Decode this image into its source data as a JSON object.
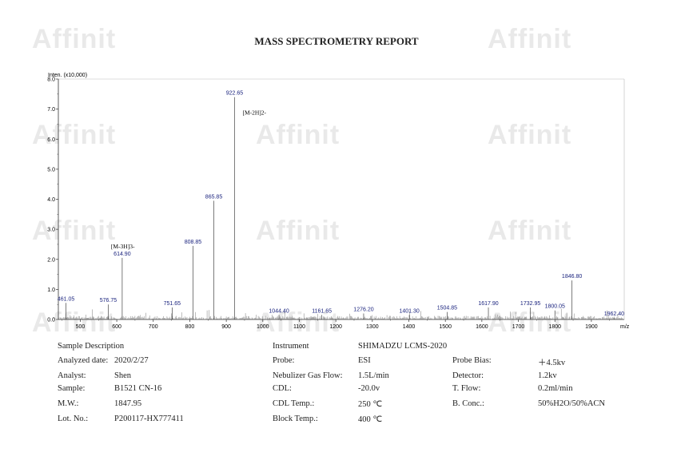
{
  "report_title": "MASS SPECTROMETRY REPORT",
  "watermark_text": "Affinit",
  "chart_data": {
    "type": "line",
    "y_axis_title": "Inten. (x10,000)",
    "x_unit": "m/z",
    "xlim": [
      440,
      1990
    ],
    "ylim": [
      0,
      8.0
    ],
    "x_ticks": [
      "500",
      "600",
      "700",
      "800",
      "900",
      "1000",
      "1100",
      "1200",
      "1300",
      "1400",
      "1500",
      "1600",
      "1700",
      "1800",
      "1900"
    ],
    "y_ticks": [
      "0.0",
      "1.0",
      "2.0",
      "3.0",
      "4.0",
      "5.0",
      "6.0",
      "7.0",
      "8.0"
    ],
    "peaks": [
      {
        "x": 461.05,
        "y": 0.55,
        "label": "461.05"
      },
      {
        "x": 576.75,
        "y": 0.5,
        "label": "576.75"
      },
      {
        "x": 614.9,
        "y": 2.05,
        "label": "614.90"
      },
      {
        "x": 751.65,
        "y": 0.4,
        "label": "751.65"
      },
      {
        "x": 808.85,
        "y": 2.45,
        "label": "808.85"
      },
      {
        "x": 865.85,
        "y": 3.95,
        "label": "865.85"
      },
      {
        "x": 922.65,
        "y": 7.4,
        "label": "922.65"
      },
      {
        "x": 1044.4,
        "y": 0.15,
        "label": "1044.40"
      },
      {
        "x": 1161.65,
        "y": 0.15,
        "label": "1161.65"
      },
      {
        "x": 1276.2,
        "y": 0.2,
        "label": "1276.20"
      },
      {
        "x": 1401.3,
        "y": 0.15,
        "label": "1401.30"
      },
      {
        "x": 1504.85,
        "y": 0.25,
        "label": "1504.85"
      },
      {
        "x": 1617.9,
        "y": 0.4,
        "label": "1617.90"
      },
      {
        "x": 1732.95,
        "y": 0.4,
        "label": "1732.95"
      },
      {
        "x": 1800.05,
        "y": 0.3,
        "label": "1800.05"
      },
      {
        "x": 1846.8,
        "y": 1.3,
        "label": "1846.80"
      },
      {
        "x": 1962.4,
        "y": 0.05,
        "label": "1962.40"
      }
    ],
    "annotations": [
      {
        "x": 614.9,
        "text": "[M-3H]3-"
      },
      {
        "x": 922.65,
        "text": "[M-2H]2-"
      }
    ],
    "grid": false
  },
  "info": {
    "sample_description": "Sample Description",
    "analyzed_date_label": "Analyzed date:",
    "analyzed_date": "2020/2/27",
    "analyst_label": "Analyst:",
    "analyst": "Shen",
    "sample_label": "Sample:",
    "sample": "B1521 CN-16",
    "mw_label": "M.W.:",
    "mw": "1847.95",
    "lot_label": "Lot. No.:",
    "lot": "P200117-HX777411",
    "instrument_label": "Instrument",
    "instrument": "SHIMADZU LCMS-2020",
    "probe_label": "Probe:",
    "probe": "ESI",
    "nebulizer_label": "Nebulizer Gas Flow:",
    "nebulizer": "1.5L/min",
    "cdl_label": "CDL:",
    "cdl": "-20.0v",
    "cdl_temp_label": "CDL Temp.:",
    "cdl_temp": "250 ℃",
    "block_temp_label": "Block Temp.:",
    "block_temp": "400 ℃",
    "probe_bias_label": "Probe Bias:",
    "probe_bias": "＋4.5kv",
    "detector_label": "Detector:",
    "detector": "1.2kv",
    "t_flow_label": "T. Flow:",
    "t_flow": "0.2ml/min",
    "b_conc_label": "B. Conc.:",
    "b_conc": "50%H2O/50%ACN"
  }
}
